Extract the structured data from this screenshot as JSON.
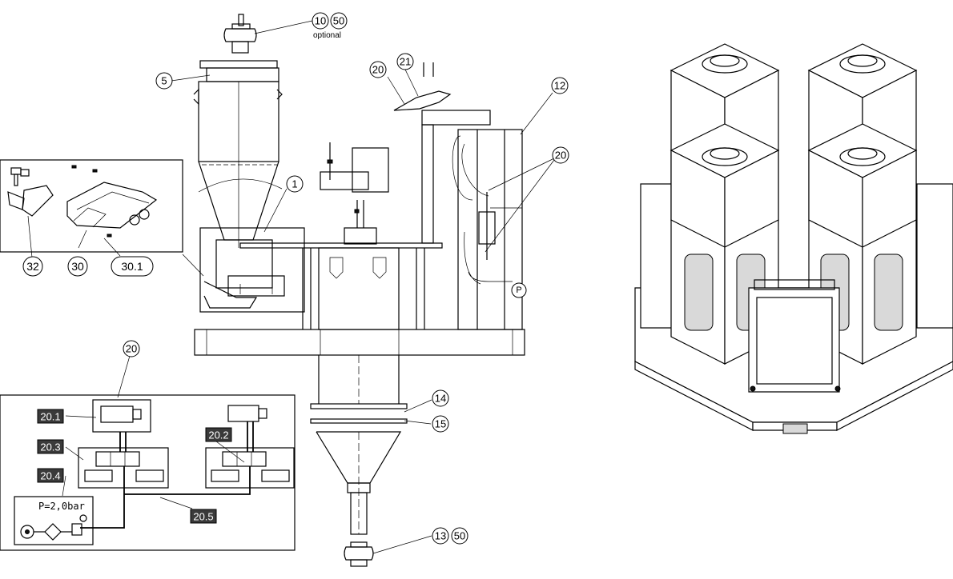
{
  "callouts": {
    "c10": "10",
    "c50a": "50",
    "optional": "optional",
    "c5": "5",
    "c20a": "20",
    "c21": "21",
    "c12": "12",
    "c1": "1",
    "c20b": "20",
    "cP": "P",
    "c32": "32",
    "c30": "30",
    "c30_1": "30.1",
    "c20c": "20",
    "c14": "14",
    "c15": "15",
    "c13": "13",
    "c50b": "50"
  },
  "pneumatic": {
    "l20_1": "20.1",
    "l20_2": "20.2",
    "l20_3": "20.3",
    "l20_4": "20.4",
    "l20_5": "20.5",
    "pressure": "P=2,0bar"
  }
}
